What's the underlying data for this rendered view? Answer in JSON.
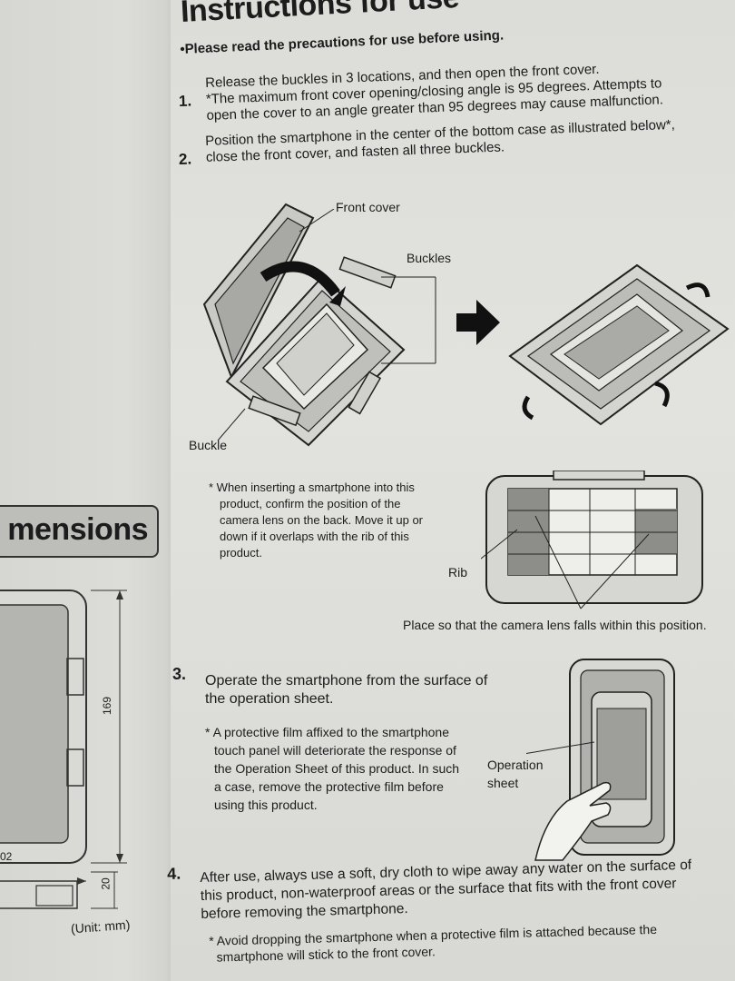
{
  "title": "Instructions for use",
  "subtitle": "•Please read the precautions for use before using.",
  "step1": {
    "num": "1.",
    "line1": "Release the buckles in 3 locations, and then open the front cover.",
    "line2": "*The maximum front cover opening/closing angle is 95 degrees. Attempts to",
    "line3": "open the cover to an angle greater than 95 degrees may cause malfunction."
  },
  "step2": {
    "num": "2.",
    "line1": "Position the smartphone in the center of the bottom case as illustrated below*,",
    "line2": "close the front cover, and fasten all three buckles."
  },
  "diagram1": {
    "front_cover_label": "Front cover",
    "buckles_label": "Buckles",
    "buckle_label": "Buckle"
  },
  "note_camera": {
    "lines": [
      "* When inserting a smartphone into this",
      "product, confirm the position of the",
      "camera lens on the back. Move it up or",
      "down if it overlaps with the rib of this",
      "product."
    ],
    "rib_label": "Rib",
    "caption": "Place so that the camera lens falls within this position."
  },
  "dimensions": {
    "banner": "mensions",
    "height_label": "169",
    "width_label": "02",
    "depth_label": "20",
    "unit": "(Unit: mm)"
  },
  "step3": {
    "num": "3.",
    "line1": "Operate the smartphone from the surface of",
    "line2": "the operation sheet.",
    "note_lines": [
      "* A protective film affixed to the smartphone",
      "touch panel will deteriorate the response of",
      "the Operation Sheet of this product. In such",
      "a case, remove the protective film before",
      "using this product."
    ],
    "operation_label_1": "Operation",
    "operation_label_2": "sheet"
  },
  "step4": {
    "num": "4.",
    "line1": "After use, always use a soft, dry cloth to wipe away any water on the surface of",
    "line2": "this product, non-waterproof areas or the surface that fits with the front cover",
    "line3": "before removing the smartphone.",
    "note1": "* Avoid dropping the smartphone when a protective film is attached because the",
    "note2": "smartphone will stick to the front cover."
  }
}
